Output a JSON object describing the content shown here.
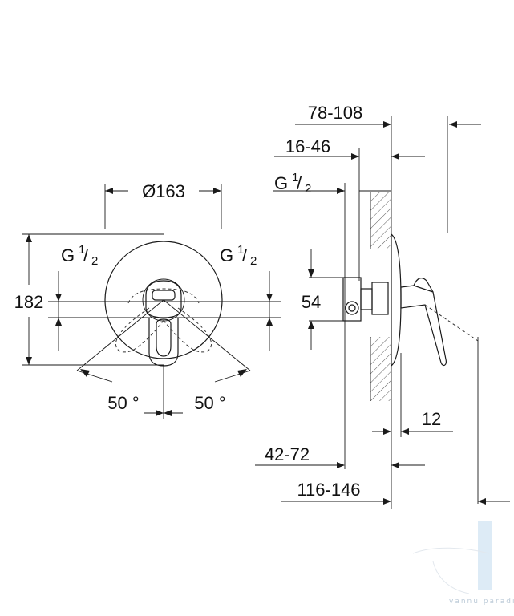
{
  "front_view": {
    "diameter_label": "Ø163",
    "height_label": "182",
    "thread_left": {
      "base": "G",
      "num": "1",
      "den": "2"
    },
    "thread_right": {
      "base": "G",
      "num": "1",
      "den": "2"
    },
    "angle_left_label": "50 °",
    "angle_right_label": "50 °"
  },
  "side_view": {
    "dim_78_108": "78-108",
    "dim_16_46": "16-46",
    "thread": {
      "base": "G",
      "num": "1",
      "den": "2"
    },
    "dim_54": "54",
    "dim_12": "12",
    "dim_42_72": "42-72",
    "dim_116_146": "116-146"
  },
  "watermark": {
    "text": "vannu paradise"
  },
  "colors": {
    "line": "#1a1a1a",
    "watermark": "#9fb4c7"
  }
}
